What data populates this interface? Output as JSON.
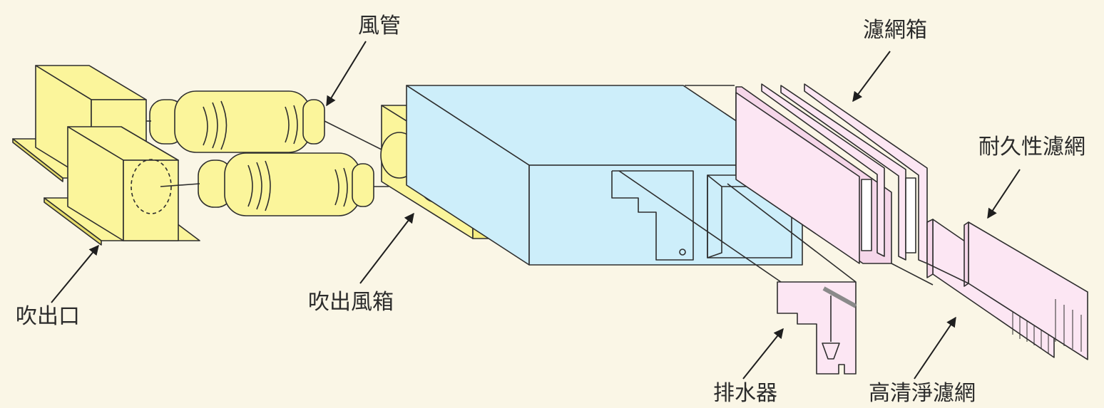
{
  "labels": {
    "duct": "風管",
    "filter_box": "濾網箱",
    "durable_filter": "耐久性濾網",
    "outlet": "吹出口",
    "blow_box": "吹出風箱",
    "drain": "排水器",
    "hepa_filter": "高清淨濾網"
  },
  "colors": {
    "background": "#faf6e6",
    "yellow": "#fbf59b",
    "blue": "#cdeefa",
    "pink": "#fce6f3",
    "line": "#2e2e2e"
  }
}
